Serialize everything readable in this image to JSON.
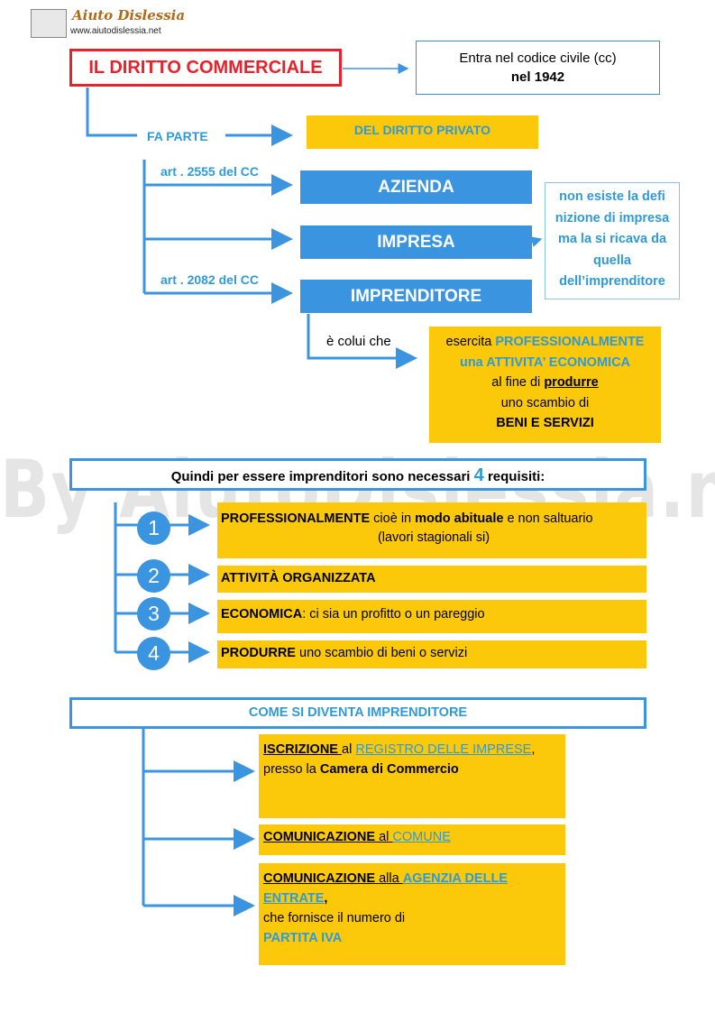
{
  "logo": {
    "title": "Aiuto Dislessia",
    "url": "www.aiutodislessia.net"
  },
  "watermark": "By AiutoDislessia.net",
  "header": {
    "title": "IL DIRITTO COMMERCIALE",
    "cc_line1": "Entra nel codice civile (cc)",
    "cc_line2": "nel 1942"
  },
  "branch": {
    "fa_parte": "FA PARTE",
    "diritto_privato": "DEL DIRITTO PRIVATO",
    "art_2555": "art . 2555 del CC",
    "art_2082": "art . 2082 del CC",
    "azienda": "AZIENDA",
    "impresa": "IMPRESA",
    "imprenditore": "IMPRENDITORE",
    "note_lines": [
      "non esiste la defi",
      "nizione di impresa",
      "ma la si ricava da",
      "quella",
      "dell’imprenditore"
    ],
    "colui": "è colui che",
    "def_a": "esercita ",
    "def_b": "PROFESSIONALMENTE",
    "def_c": "una ATTIVITA’ ECONOMICA",
    "def_d": "al fine di ",
    "def_e": "produrre",
    "def_f": "uno scambio di",
    "def_g": "BENI E SERVIZI"
  },
  "requirements": {
    "head_a": "Quindi per essere imprenditori sono necessari ",
    "head_num": "4",
    "head_b": " requisiti:",
    "items": [
      {
        "num": "1",
        "bold": "PROFESSIONALMENTE",
        "t1": " cioè in ",
        "b2": "modo abituale",
        "t2": " e non saltuario",
        "t3": "(lavori stagionali si)"
      },
      {
        "num": "2",
        "bold": "ATTIVITÀ ORGANIZZATA"
      },
      {
        "num": "3",
        "bold": "ECONOMICA",
        "rest": ": ci sia un profitto o un pareggio"
      },
      {
        "num": "4",
        "bold": "PRODURRE",
        "rest": " uno scambio di beni o servizi"
      }
    ]
  },
  "become": {
    "title": "COME SI DIVENTA IMPRENDITORE",
    "s1_a": "ISCRIZIONE ",
    "s1_b": " al ",
    "s1_c": "REGISTRO DELLE IMPRESE",
    "s1_d": ",",
    "s1_e": "presso la ",
    "s1_f": "Camera di Commercio",
    "s2_a": "COMUNICAZIONE ",
    "s2_b": "al ",
    "s2_c": "COMUNE",
    "s3_a": "COMUNICAZIONE ",
    "s3_b": "alla ",
    "s3_c": "AGENZIA DELLE",
    "s3_d": "ENTRATE",
    "s3_e": ",",
    "s3_f": "che fornisce il numero di",
    "s3_g": "PARTITA IVA"
  },
  "colors": {
    "blue": "#3a94e0",
    "yellow": "#fcc80a",
    "red": "#e8212b",
    "text_blue": "#2f9ad6"
  }
}
